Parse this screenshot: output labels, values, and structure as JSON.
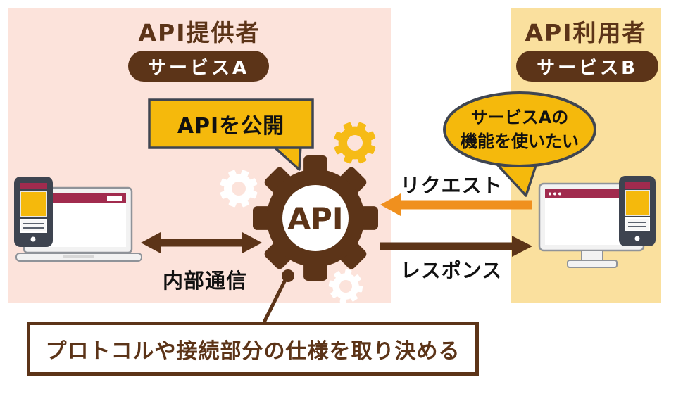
{
  "colors": {
    "background": "#FFFFFF",
    "provider_panel_pink": "#FCE3DB",
    "consumer_panel_yellow": "#FAE09E",
    "brand_brown": "#5C3418",
    "callout_yellow": "#F5B90C",
    "callout_border_slate": "#3F4551",
    "request_orange": "#F0901E",
    "device_maroon": "#A12B4E",
    "device_dark": "#3E4450",
    "label_black": "#111111"
  },
  "provider": {
    "title": "API提供者",
    "badge": "サービスA",
    "callout": "APIを公開",
    "arrow_label": "内部通信"
  },
  "consumer": {
    "title": "API利用者",
    "badge": "サービスB",
    "bubble_line1": "サービスAの",
    "bubble_line2": "機能を使いたい"
  },
  "center": {
    "gear_label": "API",
    "request_label": "リクエスト",
    "response_label": "レスポンス"
  },
  "note": {
    "text": "プロトコルや接続部分の仕様を取り決める"
  }
}
